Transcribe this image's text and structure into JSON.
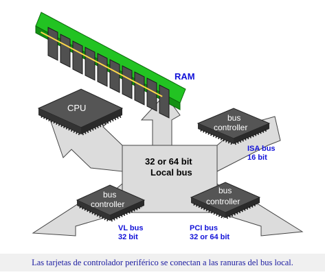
{
  "ram": {
    "label": "RAM"
  },
  "cpu": {
    "label": "CPU"
  },
  "local_bus": {
    "line1": "32 or 64 bit",
    "line2": "Local bus"
  },
  "isa": {
    "chip_line1": "bus",
    "chip_line2": "controller",
    "bus_name": "ISA bus",
    "bus_width": "16 bit"
  },
  "vl": {
    "chip_line1": "bus",
    "chip_line2": "controller",
    "bus_name": "VL bus",
    "bus_width": "32 bit"
  },
  "pci": {
    "chip_line1": "bus",
    "chip_line2": "controller",
    "bus_name": "PCI bus",
    "bus_width": "32 or 64 bit"
  },
  "caption": "Las tarjetas de controlador periférico se conectan a las ranuras del bus local.",
  "colors": {
    "bus_fill": "#dcdcdc",
    "chip_fill": "#555555",
    "ram_green": "#22c322",
    "label_blue": "#1010d8"
  }
}
